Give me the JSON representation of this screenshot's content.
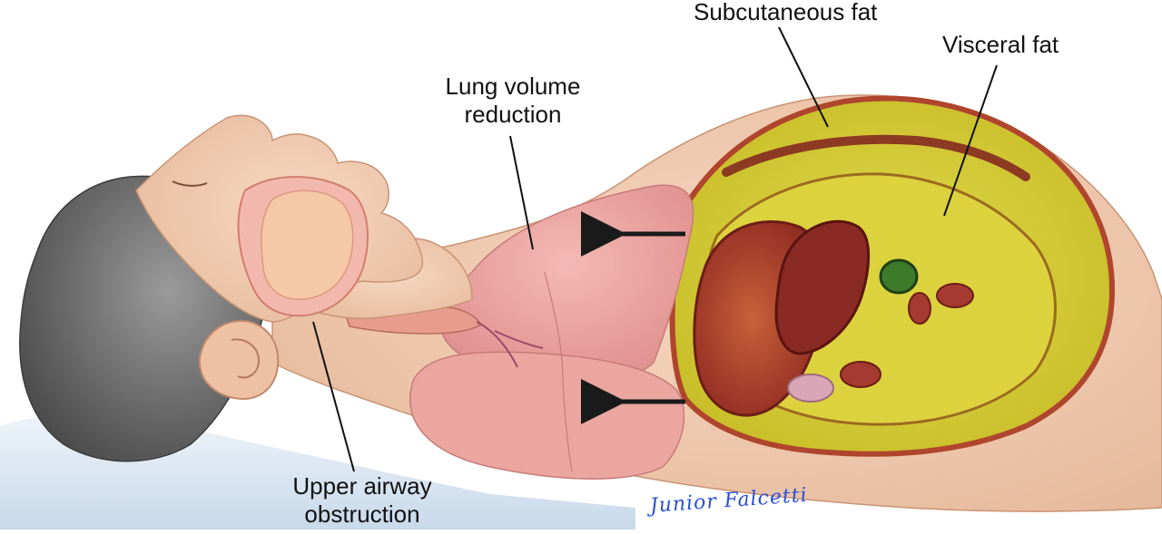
{
  "labels": {
    "subcutaneous_fat": "Subcutaneous fat",
    "visceral_fat": "Visceral fat",
    "lung_volume_reduction_line1": "Lung volume",
    "lung_volume_reduction_line2": "reduction",
    "upper_airway_obstruction_line1": "Upper airway",
    "upper_airway_obstruction_line2": "obstruction"
  },
  "signature": "Junior Falcetti",
  "colors": {
    "skin": "#f2cdb3",
    "skin_shadow": "#d9a88a",
    "hair": "#6e6e6e",
    "pillow": "#dbe8f3",
    "lung": "#eaa3a3",
    "fat": "#d8cf3a",
    "liver": "#a8352a",
    "label_text": "#111111",
    "signature_ink": "#2a4fd6"
  }
}
